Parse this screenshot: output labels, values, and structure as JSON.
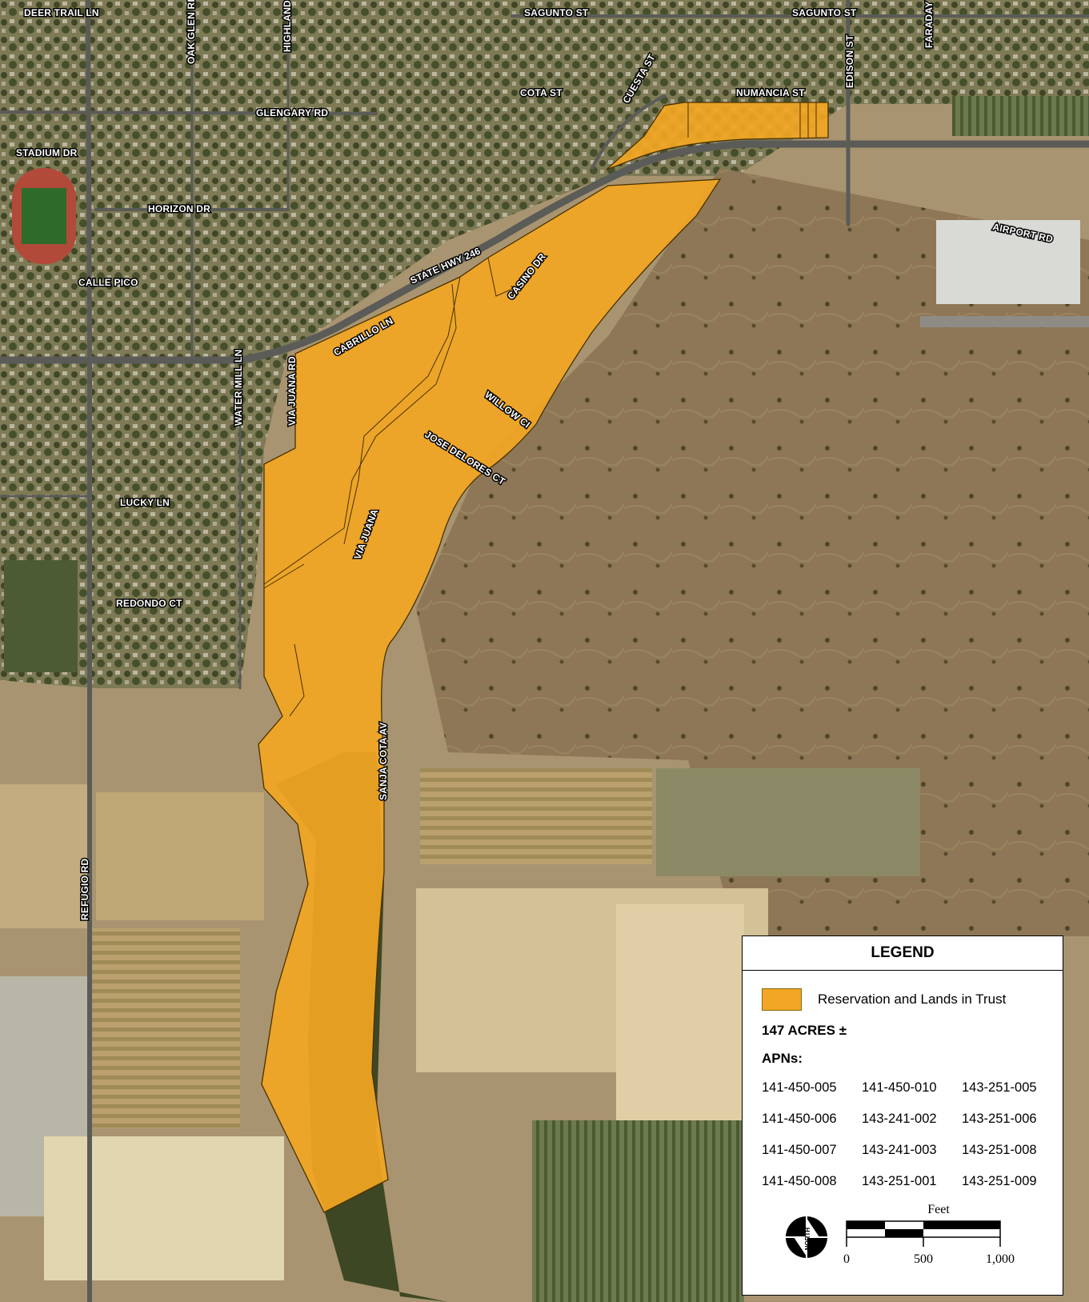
{
  "colors": {
    "trust_fill": "#f2a623",
    "trust_outline": "#4a3000",
    "urban": "#7d7a55",
    "field_light": "#c8b68e",
    "hills": "#8a7452",
    "vegetation": "#3e4a22",
    "road": "#5a5a5a"
  },
  "roads": [
    {
      "label": "DEER TRAIL LN"
    },
    {
      "label": "SAGUNTO ST"
    },
    {
      "label": "SAGUNTO ST"
    },
    {
      "label": "OAK GLEN RD"
    },
    {
      "label": "HIGHLAND RD"
    },
    {
      "label": "COTA ST"
    },
    {
      "label": "NUMANCIA ST"
    },
    {
      "label": "EDISON ST"
    },
    {
      "label": "FARADAY ST"
    },
    {
      "label": "CUESTA ST"
    },
    {
      "label": "GLENGARY RD"
    },
    {
      "label": "STADIUM DR"
    },
    {
      "label": "HORIZON DR"
    },
    {
      "label": "AIRPORT RD"
    },
    {
      "label": "STATE HWY 246"
    },
    {
      "label": "CALLE PICO"
    },
    {
      "label": "CASINO DR"
    },
    {
      "label": "CABRILLO LN"
    },
    {
      "label": "WILLOW CI"
    },
    {
      "label": "JOSE DELORES CT"
    },
    {
      "label": "WATER MILL LN"
    },
    {
      "label": "VIA JUANA RD"
    },
    {
      "label": "LUCKY LN"
    },
    {
      "label": "VIA JUANA"
    },
    {
      "label": "REDONDO CT"
    },
    {
      "label": "SANJA COTA AV"
    },
    {
      "label": "REFUGIO RD"
    }
  ],
  "legend": {
    "title": "LEGEND",
    "swatch_label": "Reservation and Lands in Trust",
    "acres": "147 ACRES ±",
    "apns_label": "APNs:",
    "apns": [
      "141-450-005",
      "141-450-010",
      "143-251-005",
      "141-450-006",
      "143-241-002",
      "143-251-006",
      "141-450-007",
      "143-241-003",
      "143-251-008",
      "141-450-008",
      "143-251-001",
      "143-251-009"
    ],
    "north_label": "NORTH",
    "scale": {
      "unit": "Feet",
      "ticks": [
        "0",
        "500",
        "1,000"
      ]
    }
  }
}
